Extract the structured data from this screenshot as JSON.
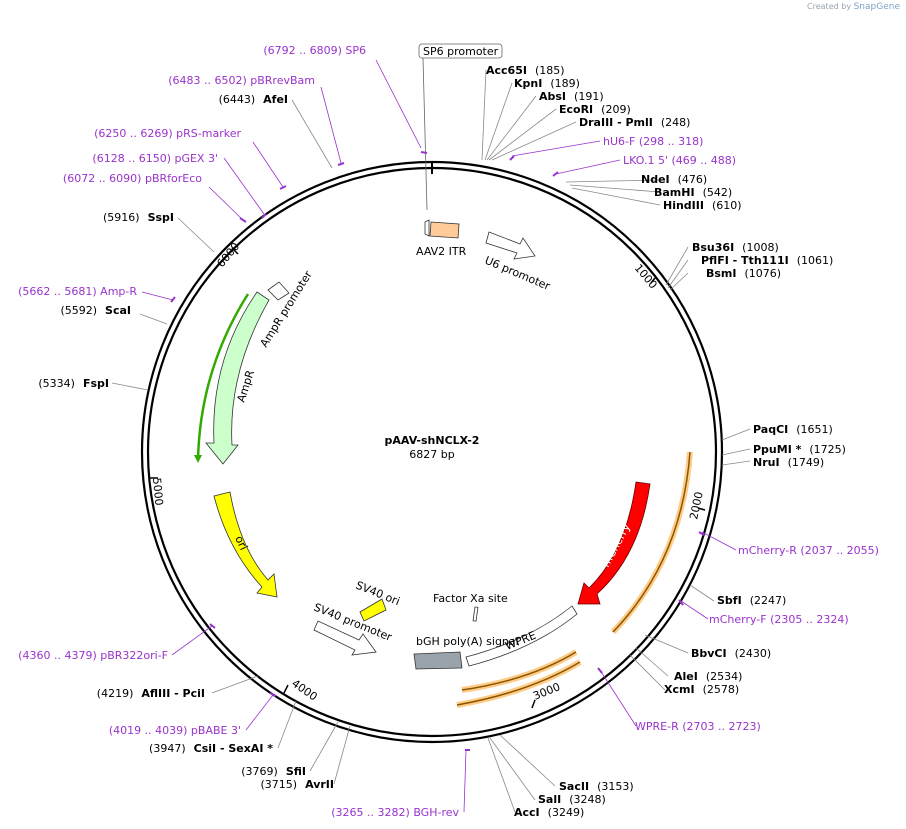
{
  "credit": {
    "prefix": "Created by",
    "brand": "SnapGene"
  },
  "plasmid": {
    "name": "pAAV-shNCLX-2",
    "size": "6827 bp",
    "length": 6827
  },
  "ticks": [
    "1000",
    "2000",
    "3000",
    "4000",
    "5000",
    "6000"
  ],
  "features": [
    {
      "name": "AAV2 ITR",
      "color": "#ffcc99"
    },
    {
      "name": "U6 promoter",
      "color": "#ffffff"
    },
    {
      "name": "mCherry",
      "color": "#ff0000"
    },
    {
      "name": "WPRE",
      "color": "#ffffff"
    },
    {
      "name": "bGH poly(A) signal",
      "color": "#99a3ab"
    },
    {
      "name": "Factor Xa site",
      "color": "#ffffff"
    },
    {
      "name": "SV40 ori",
      "color": "#ffff00"
    },
    {
      "name": "SV40 promoter",
      "color": "#ffffff"
    },
    {
      "name": "ori",
      "color": "#ffff00"
    },
    {
      "name": "AmpR",
      "color": "#ccffcc"
    },
    {
      "name": "AmpR promoter",
      "color": "#ffffff"
    },
    {
      "name": "SP6 promoter",
      "color": "#ffffff"
    }
  ],
  "labels": [
    {
      "id": "sp6",
      "text": "(6792 .. 6809)  SP6",
      "kind": "primer"
    },
    {
      "id": "pbrrevbam",
      "text": "(6483 .. 6502)  pBRrevBam",
      "kind": "primer"
    },
    {
      "id": "afei",
      "pos": "(6443)",
      "name": "AfeI",
      "kind": "enzyme"
    },
    {
      "id": "prs",
      "text": "(6250 .. 6269)  pRS-marker",
      "kind": "primer"
    },
    {
      "id": "pgex",
      "text": "(6128 .. 6150)  pGEX 3'",
      "kind": "primer"
    },
    {
      "id": "pbrfor",
      "text": "(6072 .. 6090)  pBRforEco",
      "kind": "primer"
    },
    {
      "id": "sspi",
      "pos": "(5916)",
      "name": "SspI",
      "kind": "enzyme"
    },
    {
      "id": "ampr",
      "text": "(5662 .. 5681)  Amp-R",
      "kind": "primer"
    },
    {
      "id": "scai",
      "pos": "(5592)",
      "name": "ScaI",
      "kind": "enzyme"
    },
    {
      "id": "fspi",
      "pos": "(5334)",
      "name": "FspI",
      "kind": "enzyme"
    },
    {
      "id": "pbr322",
      "text": "(4360 .. 4379)  pBR322ori-F",
      "kind": "primer"
    },
    {
      "id": "afliii",
      "pos": "(4219)",
      "name": "AflIII",
      "name2": " - PciI",
      "kind": "enzyme"
    },
    {
      "id": "pbabe",
      "text": "(4019 .. 4039)  pBABE 3'",
      "kind": "primer"
    },
    {
      "id": "csii",
      "pos": "(3947)",
      "name": "CsiI",
      "name2": " - SexAI *",
      "kind": "enzyme"
    },
    {
      "id": "sfii",
      "pos": "(3769)",
      "name": "SfiI",
      "kind": "enzyme"
    },
    {
      "id": "avrii",
      "pos": "(3715)",
      "name": "AvrII",
      "kind": "enzyme"
    },
    {
      "id": "bghrev",
      "text": "(3265 .. 3282)  BGH-rev",
      "kind": "primer"
    },
    {
      "id": "acci",
      "name": "AccI",
      "pos": "(3249)",
      "kind": "enzymeR"
    },
    {
      "id": "sali",
      "name": "SalI",
      "pos": "(3248)",
      "kind": "enzymeR"
    },
    {
      "id": "sacii",
      "name": "SacII",
      "pos": "(3153)",
      "kind": "enzymeR"
    },
    {
      "id": "wprer",
      "text": "WPRE-R    (2703 .. 2723)",
      "kind": "primer"
    },
    {
      "id": "xcmi",
      "name": "XcmI",
      "pos": "(2578)",
      "kind": "enzymeR"
    },
    {
      "id": "alei",
      "name": "AleI",
      "pos": "(2534)",
      "kind": "enzymeR"
    },
    {
      "id": "bbvci",
      "name": "BbvCI",
      "pos": "(2430)",
      "kind": "enzymeR"
    },
    {
      "id": "mcherryf",
      "text": "mCherry-F    (2305 .. 2324)",
      "kind": "primer"
    },
    {
      "id": "sbfi",
      "name": "SbfI",
      "pos": "(2247)",
      "kind": "enzymeR"
    },
    {
      "id": "mcherryr",
      "text": "mCherry-R    (2037 .. 2055)",
      "kind": "primer"
    },
    {
      "id": "nrui",
      "name": "NruI",
      "pos": "(1749)",
      "kind": "enzymeR"
    },
    {
      "id": "ppumi",
      "name": "PpuMI *",
      "pos": "(1725)",
      "kind": "enzymeR"
    },
    {
      "id": "paqci",
      "name": "PaqCI",
      "pos": "(1651)",
      "kind": "enzymeR"
    },
    {
      "id": "bsmi",
      "name": "BsmI",
      "pos": "(1076)",
      "kind": "enzymeR"
    },
    {
      "id": "pflfi",
      "name": "PflFI",
      "name2": " - Tth111I",
      "pos": "(1061)",
      "kind": "enzymeR"
    },
    {
      "id": "bsu36i",
      "name": "Bsu36I",
      "pos": "(1008)",
      "kind": "enzymeR"
    },
    {
      "id": "hindiii",
      "name": "HindIII",
      "pos": "(610)",
      "kind": "enzymeR"
    },
    {
      "id": "bamhi",
      "name": "BamHI",
      "pos": "(542)",
      "kind": "enzymeR"
    },
    {
      "id": "ndei",
      "name": "NdeI",
      "pos": "(476)",
      "kind": "enzymeR"
    },
    {
      "id": "lko",
      "text": "LKO.1 5'    (469 .. 488)",
      "kind": "primer"
    },
    {
      "id": "hu6",
      "text": "hU6-F    (298 .. 318)",
      "kind": "primer"
    },
    {
      "id": "draiii",
      "name": "DraIII",
      "name2": " - PmlI",
      "pos": "(248)",
      "kind": "enzymeR"
    },
    {
      "id": "ecori",
      "name": "EcoRI",
      "pos": "(209)",
      "kind": "enzymeR"
    },
    {
      "id": "absi",
      "name": "AbsI",
      "pos": "(191)",
      "kind": "enzymeR"
    },
    {
      "id": "kpni",
      "name": "KpnI",
      "pos": "(189)",
      "kind": "enzymeR"
    },
    {
      "id": "acc65i",
      "name": "Acc65I",
      "pos": "(185)",
      "kind": "enzymeR"
    }
  ]
}
